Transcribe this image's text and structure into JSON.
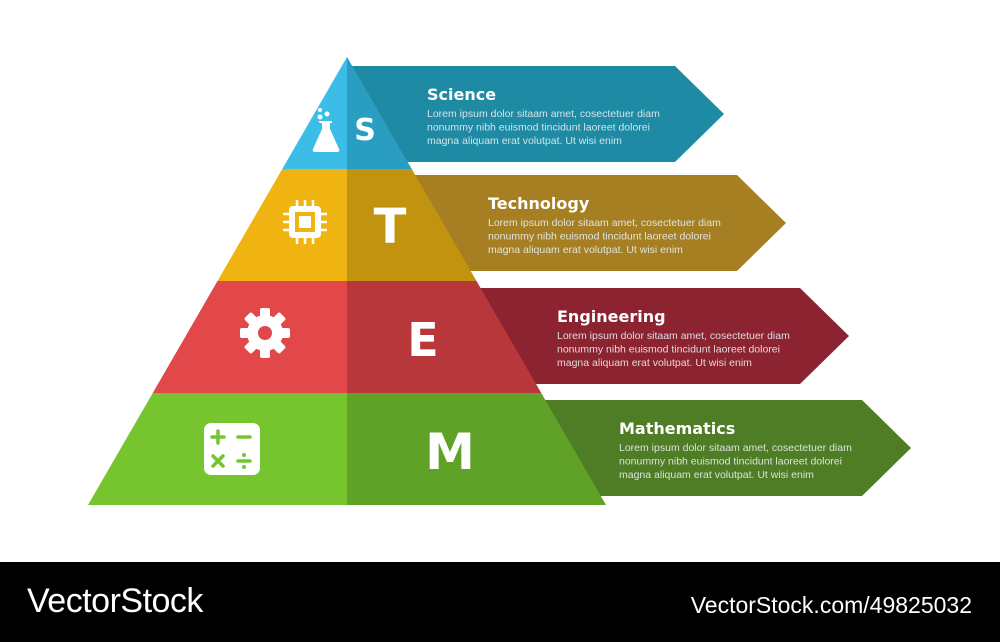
{
  "levels": [
    {
      "letter": "S",
      "title": "Science",
      "icon": "flask-icon",
      "lines": [
        "Lorem ipsum dolor sitaam amet, cosectetuer diam",
        "nonummy  nibh euismod tincidunt laoreet dolorei",
        "magna aliquam erat volutpat. Ut wisi enim"
      ],
      "colors": {
        "light": "#3bbde8",
        "dark": "#2a9dc3",
        "arrow": "#1e8aa3"
      }
    },
    {
      "letter": "T",
      "title": "Technology",
      "icon": "chip-icon",
      "lines": [
        "Lorem ipsum dolor sitaam amet, cosectetuer diam",
        "nonummy  nibh euismod tincidunt laoreet dolorei",
        "magna aliquam erat volutpat. Ut wisi enim"
      ],
      "colors": {
        "light": "#f0b412",
        "dark": "#c1930e",
        "arrow": "#a57f22"
      }
    },
    {
      "letter": "E",
      "title": "Engineering",
      "icon": "gear-icon",
      "lines": [
        "Lorem ipsum dolor sitaam amet, cosectetuer diam",
        "nonummy  nibh euismod tincidunt laoreet dolorei",
        "magna aliquam erat volutpat. Ut wisi enim"
      ],
      "colors": {
        "light": "#e2474a",
        "dark": "#b8373a",
        "arrow": "#8b2330"
      }
    },
    {
      "letter": "M",
      "title": "Mathematics",
      "icon": "calculator-icon",
      "lines": [
        "Lorem ipsum dolor sitaam amet, cosectetuer diam",
        "nonummy  nibh euismod tincidunt laoreet dolorei",
        "magna aliquam erat volutpat. Ut wisi enim"
      ],
      "colors": {
        "light": "#76c52f",
        "dark": "#5fa227",
        "arrow": "#4f7d26"
      }
    }
  ],
  "footer": {
    "brand": "VectorStock",
    "url": "VectorStock.com/49825032"
  }
}
